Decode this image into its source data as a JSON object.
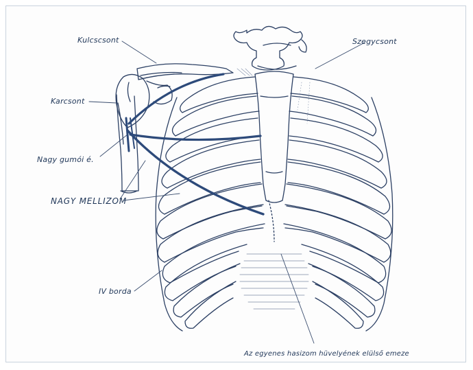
{
  "figure": {
    "labels": {
      "clavicle": "Kulcscsont",
      "sternum": "Szegycsont",
      "humerus": "Karcsont",
      "greater_tubercle": "Nagy gumói é.",
      "pectoralis_major": "NAGY MELLIZOM",
      "fourth_rib": "IV borda",
      "rectus_sheath": "Az egyenes hasizom hüvelyének elülső emeze"
    },
    "colors": {
      "muscle": "#2d4a7a",
      "line": "#2b3f63",
      "background": "#ffffff"
    }
  }
}
